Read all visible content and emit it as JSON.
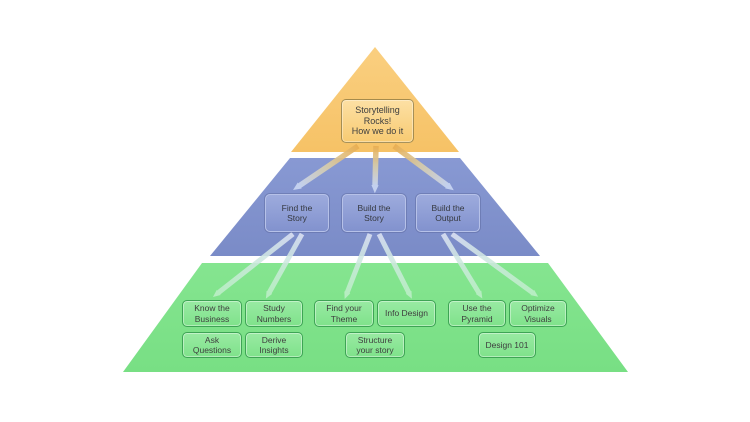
{
  "diagram": {
    "type": "pyramid",
    "levels": [
      {
        "name": "top",
        "color": "#F8C974",
        "boxes": [
          {
            "label": "Storytelling\nRocks!\nHow we do it"
          }
        ]
      },
      {
        "name": "middle",
        "color": "#8192CC",
        "boxes": [
          {
            "label": "Find the\nStory"
          },
          {
            "label": "Build the\nStory"
          },
          {
            "label": "Build the\nOutput"
          }
        ]
      },
      {
        "name": "bottom",
        "color": "#7DE288",
        "boxes": [
          {
            "label": "Know the\nBusiness"
          },
          {
            "label": "Study\nNumbers"
          },
          {
            "label": "Find your\nTheme"
          },
          {
            "label": "Info Design"
          },
          {
            "label": "Use the\nPyramid"
          },
          {
            "label": "Optimize\nVisuals"
          },
          {
            "label": "Ask\nQuestions"
          },
          {
            "label": "Derive\nInsights"
          },
          {
            "label": "Structure\nyour story"
          },
          {
            "label": "Design 101"
          }
        ]
      }
    ],
    "connections": [
      {
        "from": "Storytelling Rocks! How we do it",
        "to": "Find the Story"
      },
      {
        "from": "Storytelling Rocks! How we do it",
        "to": "Build the Story"
      },
      {
        "from": "Storytelling Rocks! How we do it",
        "to": "Build the Output"
      },
      {
        "from": "Find the Story",
        "to": "Know the Business"
      },
      {
        "from": "Find the Story",
        "to": "Study Numbers"
      },
      {
        "from": "Build the Story",
        "to": "Find your Theme"
      },
      {
        "from": "Build the Story",
        "to": "Info Design"
      },
      {
        "from": "Build the Output",
        "to": "Use the Pyramid"
      },
      {
        "from": "Build the Output",
        "to": "Optimize Visuals"
      }
    ],
    "colors": {
      "background": "#FFFFFF",
      "level_top": "#F8C974",
      "level_middle": "#8192CC",
      "level_bottom": "#7DE288",
      "box_text": "#3E3E3E",
      "arrow_top_start": "#E8AE52",
      "arrow_top_end": "#C9D6F2",
      "arrow_bottom_start": "#DDE3F4",
      "arrow_bottom_end": "#BEEFC9"
    }
  }
}
